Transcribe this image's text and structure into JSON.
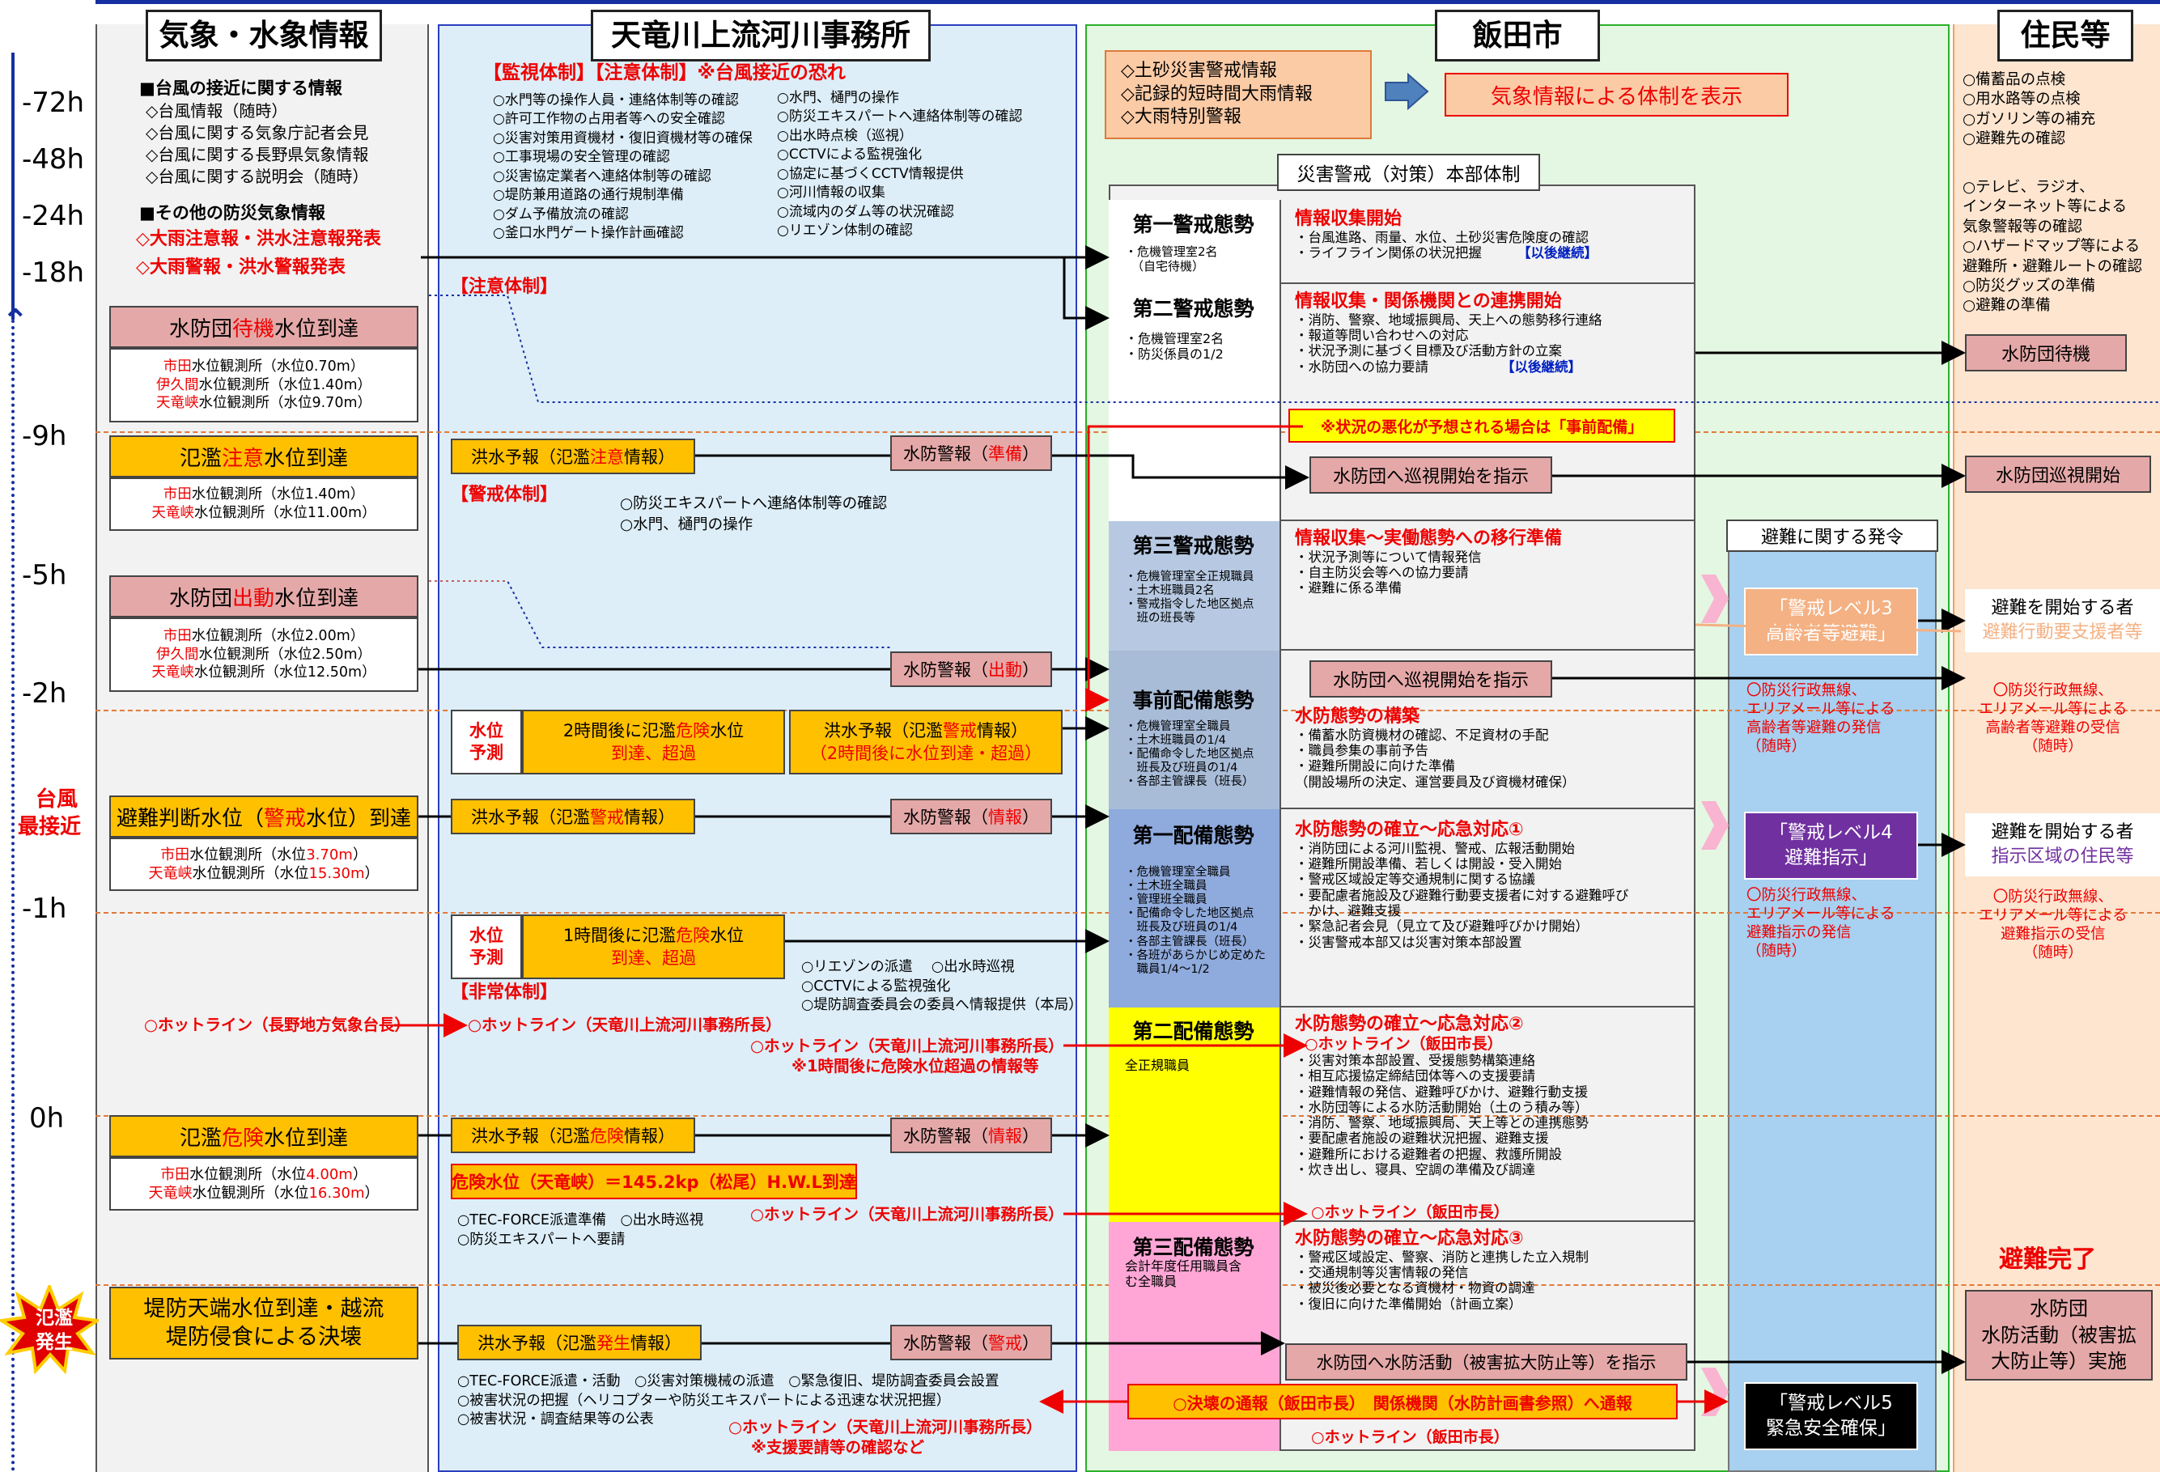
{
  "headers": {
    "weather": "気象・水象情報",
    "office": "天竜川上流河川事務所",
    "city": "飯田市",
    "residents": "住民等"
  },
  "timeline": {
    "h72": "-72h",
    "h48": "-48h",
    "h24": "-24h",
    "h18": "-18h",
    "h9": "-9h",
    "h5": "-5h",
    "h2": "-2h",
    "typhoon1": "台風",
    "typhoon2": "最接近",
    "h1": "-1h",
    "h0": "0h",
    "burst1": "氾濫",
    "burst2": "発生"
  },
  "weather": {
    "typhoon_head": "■台風の接近に関する情報",
    "typhoon_items": [
      "◇台風情報（随時）",
      "◇台風に関する気象庁記者会見",
      "◇台風に関する長野県気象情報",
      "◇台風に関する説明会（随時）"
    ],
    "other_head": "■その他の防災気象情報",
    "other_items": [
      "◇大雨注意報・洪水注意報発表",
      "◇大雨警報・洪水警報発表"
    ],
    "standby_title_a": "水防団",
    "standby_title_b": "待機",
    "standby_title_c": "水位到達",
    "standby_rows": [
      [
        "市田",
        "水位観測所（水位0.70m）"
      ],
      [
        "伊久間",
        "水位観測所（水位1.40m）"
      ],
      [
        "天竜峡",
        "水位観測所（水位9.70m）"
      ]
    ],
    "caution_title_a": "氾濫",
    "caution_title_b": "注意",
    "caution_title_c": "水位到達",
    "caution_rows": [
      [
        "市田",
        "水位観測所（水位1.40m）"
      ],
      [
        "天竜峡",
        "水位観測所（水位11.00m）"
      ]
    ],
    "dispatch_title_a": "水防団",
    "dispatch_title_b": "出動",
    "dispatch_title_c": "水位到達",
    "dispatch_rows": [
      [
        "市田",
        "水位観測所（水位2.00m）"
      ],
      [
        "伊久間",
        "水位観測所（水位2.50m）"
      ],
      [
        "天竜峡",
        "水位観測所（水位12.50m）"
      ]
    ],
    "evac_title_a": "避難判断水位（",
    "evac_title_b": "警戒",
    "evac_title_c": "水位）到達",
    "evac_rows": [
      [
        "市田",
        "水位観測所（水位",
        "3.70m",
        "）"
      ],
      [
        "天竜峡",
        "水位観測所（水位",
        "15.30m",
        "）"
      ]
    ],
    "hotline_left": "○ホットライン（長野地方気象台長）",
    "danger_title_a": "氾濫",
    "danger_title_b": "危険",
    "danger_title_c": "水位到達",
    "danger_rows": [
      [
        "市田",
        "水位観測所（水位",
        "4.00m",
        "）"
      ],
      [
        "天竜峡",
        "水位観測所（水位",
        "16.30m",
        "）"
      ]
    ],
    "breach_title1": "堤防天端水位到達・越流",
    "breach_title2": "堤防侵食による決壊"
  },
  "office": {
    "monitor_head": "【監視体制】【注意体制】※台風接近の恐れ",
    "monitor_col1": [
      "○水門等の操作人員・連絡体制等の確認",
      "○許可工作物の占用者等への安全確認",
      "○災害対策用資機材・復旧資機材等の確保",
      "○工事現場の安全管理の確認",
      "○災害協定業者へ連絡体制等の確認",
      "○堤防兼用道路の通行規制準備",
      "○ダム予備放流の確認",
      "○釜口水門ゲート操作計画確認"
    ],
    "monitor_col2": [
      "○水門、樋門の操作",
      "○防災エキスパートへ連絡体制等の確認",
      "○出水時点検（巡視）",
      "○CCTVによる監視強化",
      "○協定に基づくCCTV情報提供",
      "○河川情報の収集",
      "○流域内のダム等の状況確認",
      "○リエゾン体制の確認"
    ],
    "attention_head": "【注意体制】",
    "forecast1_a": "洪水予報（氾濫",
    "forecast1_b": "注意",
    "forecast1_c": "情報）",
    "warn1_a": "水防警報（",
    "warn1_b": "準備",
    "warn1_c": "）",
    "alert_head": "【警戒体制】",
    "alert_items": [
      "○防災エキスパートへ連絡体制等の確認",
      "○水門、樋門の操作"
    ],
    "warn2_a": "水防警報（",
    "warn2_b": "出動",
    "warn2_c": "）",
    "level_pred1": "水位",
    "level_pred2": "予測",
    "pred2_a": "2時間後に氾濫",
    "pred2_b": "危険",
    "pred2_c": "水位",
    "pred2_d": "到達、超過",
    "forecast2_a": "洪水予報（氾濫",
    "forecast2_b": "警戒",
    "forecast2_c": "情報）",
    "forecast2_d": "（2時間後に水位到達・超過）",
    "forecast3_a": "洪水予報（氾濫",
    "forecast3_b": "警戒",
    "forecast3_c": "情報）",
    "warn3_a": "水防警報（",
    "warn3_b": "情報",
    "warn3_c": "）",
    "pred1_a": "1時間後に氾濫",
    "pred1_b": "危険",
    "pred1_c": "水位",
    "pred1_d": "到達、超過",
    "liaison_items": [
      "○リエゾンの派遣　 ○出水時巡視",
      "○CCTVによる監視強化",
      "○堤防調査委員会の委員へ情報提供（本局）"
    ],
    "emergency_head": "【非常体制】",
    "hotline1": "○ホットライン（天竜川上流河川事務所長）",
    "hotline2": "○ホットライン（天竜川上流河川事務所長）",
    "hotline2_note": "※1時間後に危険水位超過の情報等",
    "forecast4_a": "洪水予報（氾濫",
    "forecast4_b": "危険",
    "forecast4_c": "情報）",
    "warn4_a": "水防警報（",
    "warn4_b": "情報",
    "warn4_c": "）",
    "danger_level": "危険水位（天竜峡）＝145.2kp（松尾）H.W.L到達",
    "tec_items": [
      "○TEC-FORCE派遣準備　○出水時巡視",
      "○防災エキスパートへ要請"
    ],
    "hotline3": "○ホットライン（天竜川上流河川事務所長）",
    "forecast5_a": "洪水予報（氾濫",
    "forecast5_b": "発生",
    "forecast5_c": "情報）",
    "warn5_a": "水防警報（",
    "warn5_b": "警戒",
    "warn5_c": "）",
    "final_items": [
      "○TEC-FORCE派遣・活動　○災害対策機械の派遣　○緊急復旧、堤防調査委員会設置",
      "○被害状況の把握（ヘリコプターや防災エキスパートによる迅速な状況把握）",
      "○被害状況・調査結果等の公表"
    ],
    "hotline4": "○ホットライン（天竜川上流河川事務所長）",
    "hotline4_note": "※支援要請等の確認など"
  },
  "city": {
    "info_box": [
      "◇土砂災害警戒情報",
      "◇記録的短時間大雨情報",
      "◇大雨特別警報"
    ],
    "info_banner": "気象情報による体制を表示",
    "hq_title": "災害警戒（対策）本部体制",
    "evac_order_title": "避難に関する発令",
    "p1_title": "第一警戒態勢",
    "p1_items": [
      "・危機管理室2名",
      "（自宅待機）"
    ],
    "p1_head": "情報収集開始",
    "p1_lines": [
      "・台風進路、雨量、水位、土砂災害危険度の確認",
      "・ライフライン関係の状況把握"
    ],
    "p1_tag": "【以後継続】",
    "p2_title": "第二警戒態勢",
    "p2_items": [
      "・危機管理室2名",
      "・防災係員の1/2"
    ],
    "p2_head": "情報収集・関係機関との連携開始",
    "p2_lines": [
      "・消防、警察、地域振興局、天上への態勢移行連絡",
      "・報道等問い合わせへの対応",
      "・状況予測に基づく目標及び活動方針の立案",
      "・水防団への協力要請"
    ],
    "p2_tag": "【以後継続】",
    "precaution_note": "※状況の悪化が予想される場合は「事前配備」",
    "instruct_patrol1": "水防団へ巡視開始を指示",
    "p3_title": "第三警戒態勢",
    "p3_items": [
      "・危機管理室全正規職員",
      "・土木班職員2名",
      "・警戒指令した地区拠点",
      "　班の班長等"
    ],
    "p3_head": "情報収集～実働態勢への移行準備",
    "p3_lines": [
      "・状況予測等について情報発信",
      "・自主防災会等への協力要請",
      "・避難に係る準備"
    ],
    "instruct_patrol2": "水防団へ巡視開始を指示",
    "pre_title": "事前配備態勢",
    "pre_items": [
      "・危機管理室全職員",
      "・土木班職員の1/4",
      "・配備命令した地区拠点",
      "　班長及び班員の1/4",
      "・各部主管課長（班長）"
    ],
    "pre_head": "水防態勢の構築",
    "pre_lines": [
      "・備蓄水防資機材の確認、不足資材の手配",
      "・職員参集の事前予告",
      "・避難所開設に向けた準備",
      "（開設場所の決定、運営要員及び資機材確保）"
    ],
    "d1_title": "第一配備態勢",
    "d1_items": [
      "・危機管理室全職員",
      "・土木班全職員",
      "・管理班全職員",
      "・配備命令した地区拠点",
      "　班長及び班員の1/4",
      "・各部主管課長（班長）",
      "・各班があらかじめ定めた",
      "　職員1/4～1/2"
    ],
    "d1_head": "水防態勢の確立～応急対応①",
    "d1_lines": [
      "・消防団による河川監視、警戒、広報活動開始",
      "・避難所開設準備、若しくは開設・受入開始",
      "・警戒区域設定等交通規制に関する協議",
      "・要配慮者施設及び避難行動要支援者に対する避難呼び",
      "　かけ、避難支援",
      "・緊急記者会見（見立て及び避難呼びかけ開始）",
      "・災害警戒本部又は災害対策本部設置"
    ],
    "d2_title": "第二配備態勢",
    "d2_items": [
      "全正規職員"
    ],
    "d2_head": "水防態勢の確立～応急対応②",
    "d2_hotline": "○ホットライン（飯田市長）",
    "d2_lines": [
      "・災害対策本部設置、受援態勢構築連絡",
      "・相互応援協定締結団体等への支援要請",
      "・避難情報の発信、避難呼びかけ、避難行動支援",
      "・水防団等による水防活動開始（土のう積み等）",
      "・消防、警察、地域振興局、天上等との連携態勢",
      "・要配慮者施設の避難状況把握、避難支援",
      "・避難所における避難者の把握、救護所開設",
      "・炊き出し、寝具、空調の準備及び調達"
    ],
    "d2_hotline2": "○ホットライン（飯田市長）",
    "d3_title": "第三配備態勢",
    "d3_items": [
      "会計年度任用職員含",
      "む全職員"
    ],
    "d3_head": "水防態勢の確立～応急対応③",
    "d3_lines": [
      "・警戒区域設定、警察、消防と連携した立入規制",
      "・交通規制等災害情報の発信",
      "・被災後必要となる資機材・物資の調達",
      "・復旧に向けた準備開始（計画立案）"
    ],
    "flood_activity": "水防団へ水防活動（被害拡大防止等）を指示",
    "breach_notice": "○決壊の通報（飯田市長）　関係機関（水防計画書参照）へ通報",
    "d3_hotline": "○ホットライン（飯田市長）",
    "lvl3_a": "「警戒レベル3",
    "lvl3_b": "高齢者等避難」",
    "lvl3_note": [
      "〇防災行政無線、",
      "エリアメール等による",
      "高齢者等避難の発信",
      "（随時）"
    ],
    "lvl4_a": "「警戒レベル4",
    "lvl4_b": "避難指示」",
    "lvl4_note": [
      "〇防災行政無線、",
      "エリアメール等による",
      "避難指示の発信",
      "（随時）"
    ],
    "lvl5_a": "「警戒レベル5",
    "lvl5_b": "緊急安全確保」"
  },
  "residents": {
    "prep_items": [
      "○備蓄品の点検",
      "○用水路等の点検",
      "○ガソリン等の補充",
      "○避難先の確認"
    ],
    "info_items": [
      "○テレビ、ラジオ、",
      "インターネット等による",
      "気象警報等の確認",
      "○ハザードマップ等による",
      "避難所・避難ルートの確認",
      "○防災グッズの準備",
      "○避難の準備"
    ],
    "standby": "水防団待機",
    "patrol": "水防団巡視開始",
    "start_evac1": "避難を開始する者",
    "start_evac1_sub": "避難行動要支援者等",
    "recv1": [
      "〇防災行政無線、",
      "エリアメール等による",
      "高齢者等避難の受信",
      "（随時）"
    ],
    "start_evac2": "避難を開始する者",
    "start_evac2_sub": "指示区域の住民等",
    "recv2": [
      "〇防災行政無線、",
      "エリアメール等による",
      "避難指示の受信",
      "（随時）"
    ],
    "evac_done": "避難完了",
    "activity": [
      "水防団",
      "水防活動（被害拡",
      "大防止等）実施"
    ]
  },
  "colors": {
    "orange": "#ffc000",
    "pink": "#e5a8a8",
    "red": "#ee0000",
    "blue": "#0020c0",
    "lightblue": "#ddeef8",
    "lightgreen": "#e4f7e2",
    "peach": "#fde5d0",
    "purple": "#7030a0"
  }
}
